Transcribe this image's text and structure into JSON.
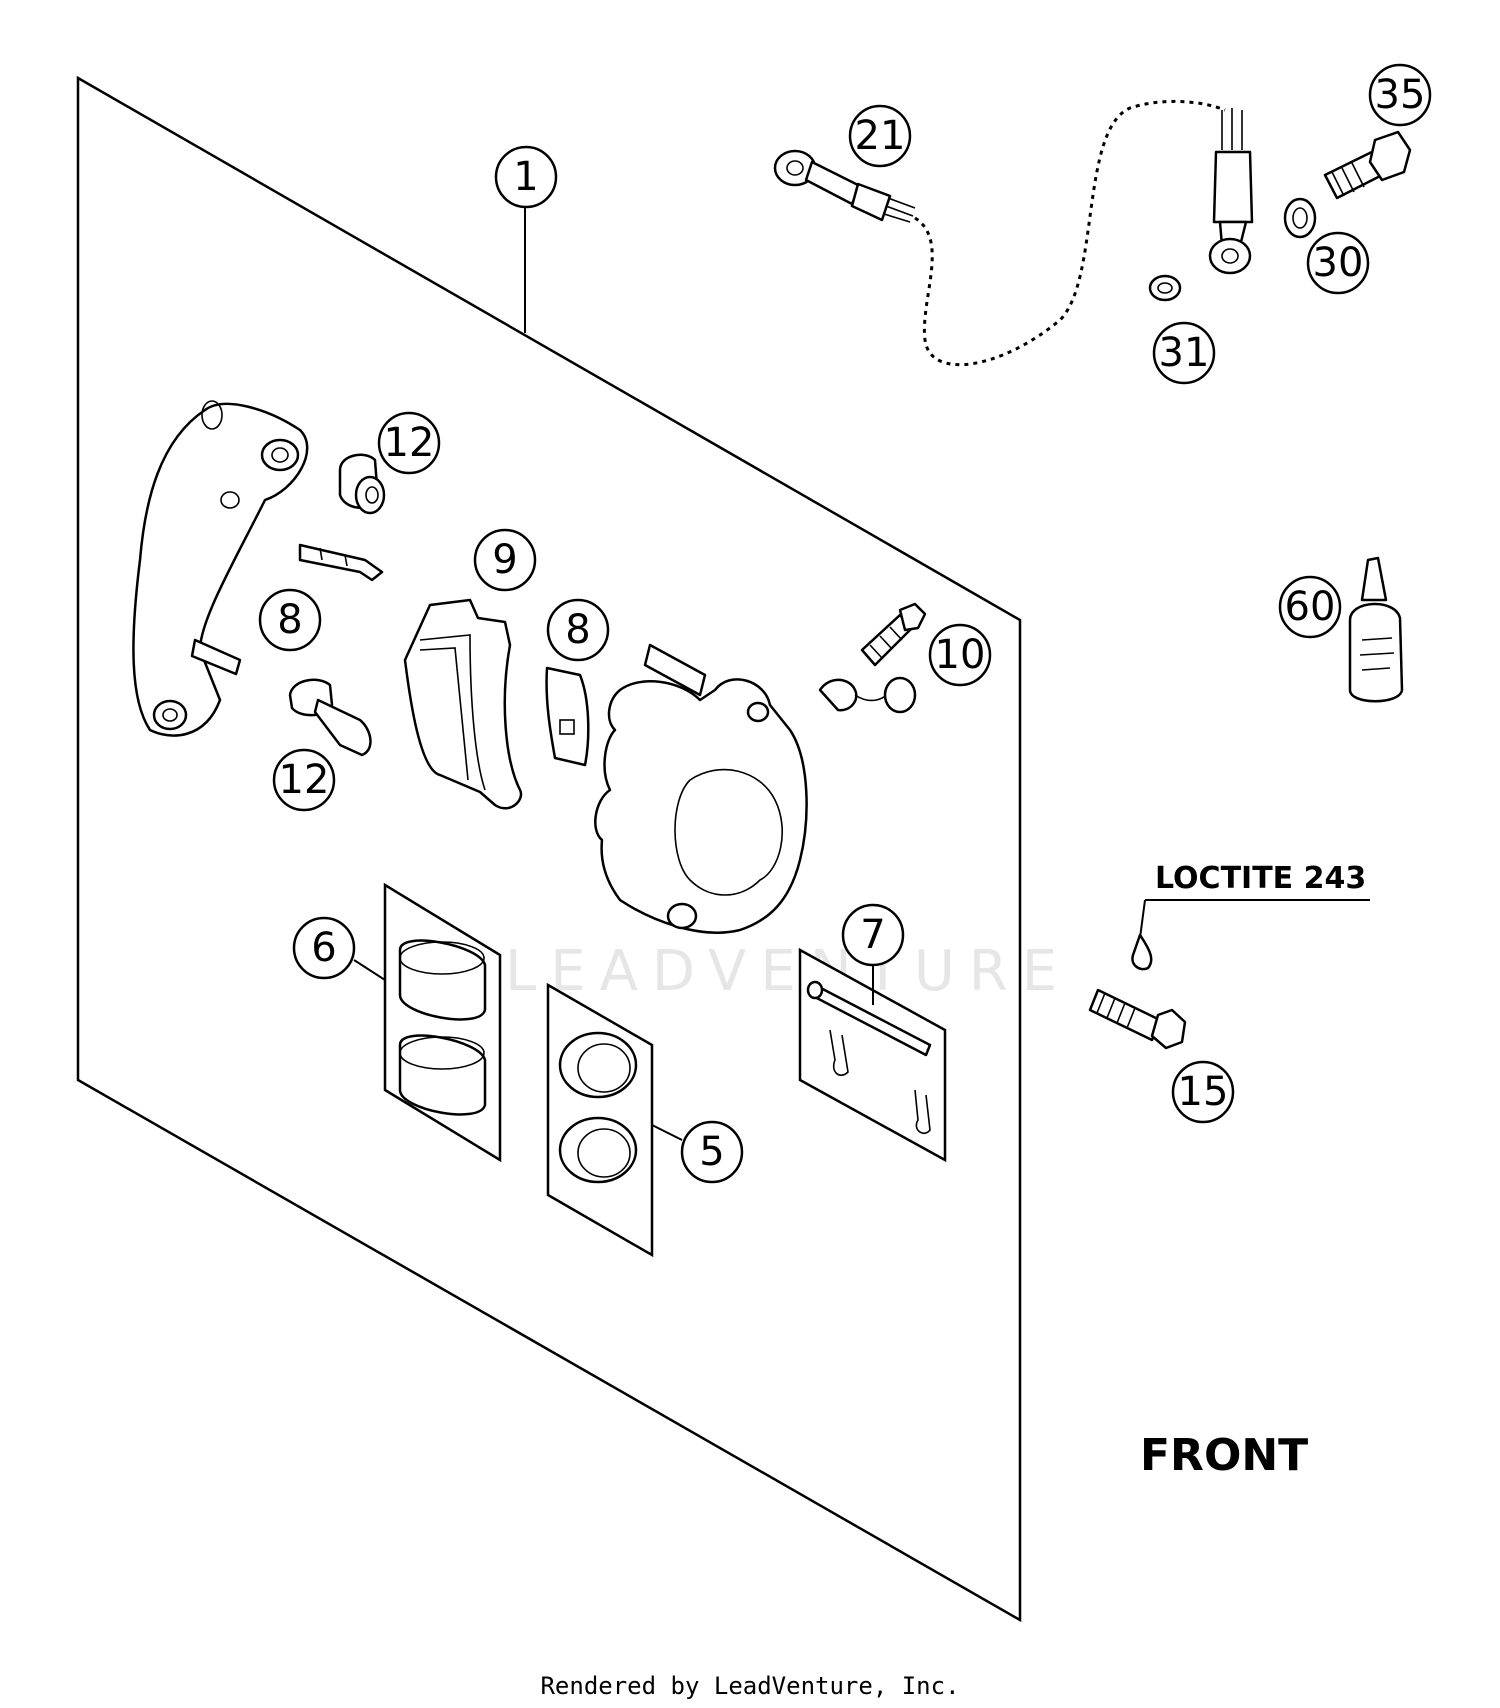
{
  "callouts": [
    {
      "id": "c1",
      "label": "1"
    },
    {
      "id": "c21",
      "label": "21"
    },
    {
      "id": "c35",
      "label": "35"
    },
    {
      "id": "c30",
      "label": "30"
    },
    {
      "id": "c31",
      "label": "31"
    },
    {
      "id": "c12a",
      "label": "12"
    },
    {
      "id": "c9",
      "label": "9"
    },
    {
      "id": "c8a",
      "label": "8"
    },
    {
      "id": "c8b",
      "label": "8"
    },
    {
      "id": "c10",
      "label": "10"
    },
    {
      "id": "c12b",
      "label": "12"
    },
    {
      "id": "c60",
      "label": "60"
    },
    {
      "id": "c6",
      "label": "6"
    },
    {
      "id": "c7",
      "label": "7"
    },
    {
      "id": "c5",
      "label": "5"
    },
    {
      "id": "c15",
      "label": "15"
    }
  ],
  "notes": {
    "loctite": "LOCTITE 243",
    "front": "FRONT"
  },
  "watermark": "LEADVENTURE",
  "footer": "Rendered by LeadVenture, Inc."
}
